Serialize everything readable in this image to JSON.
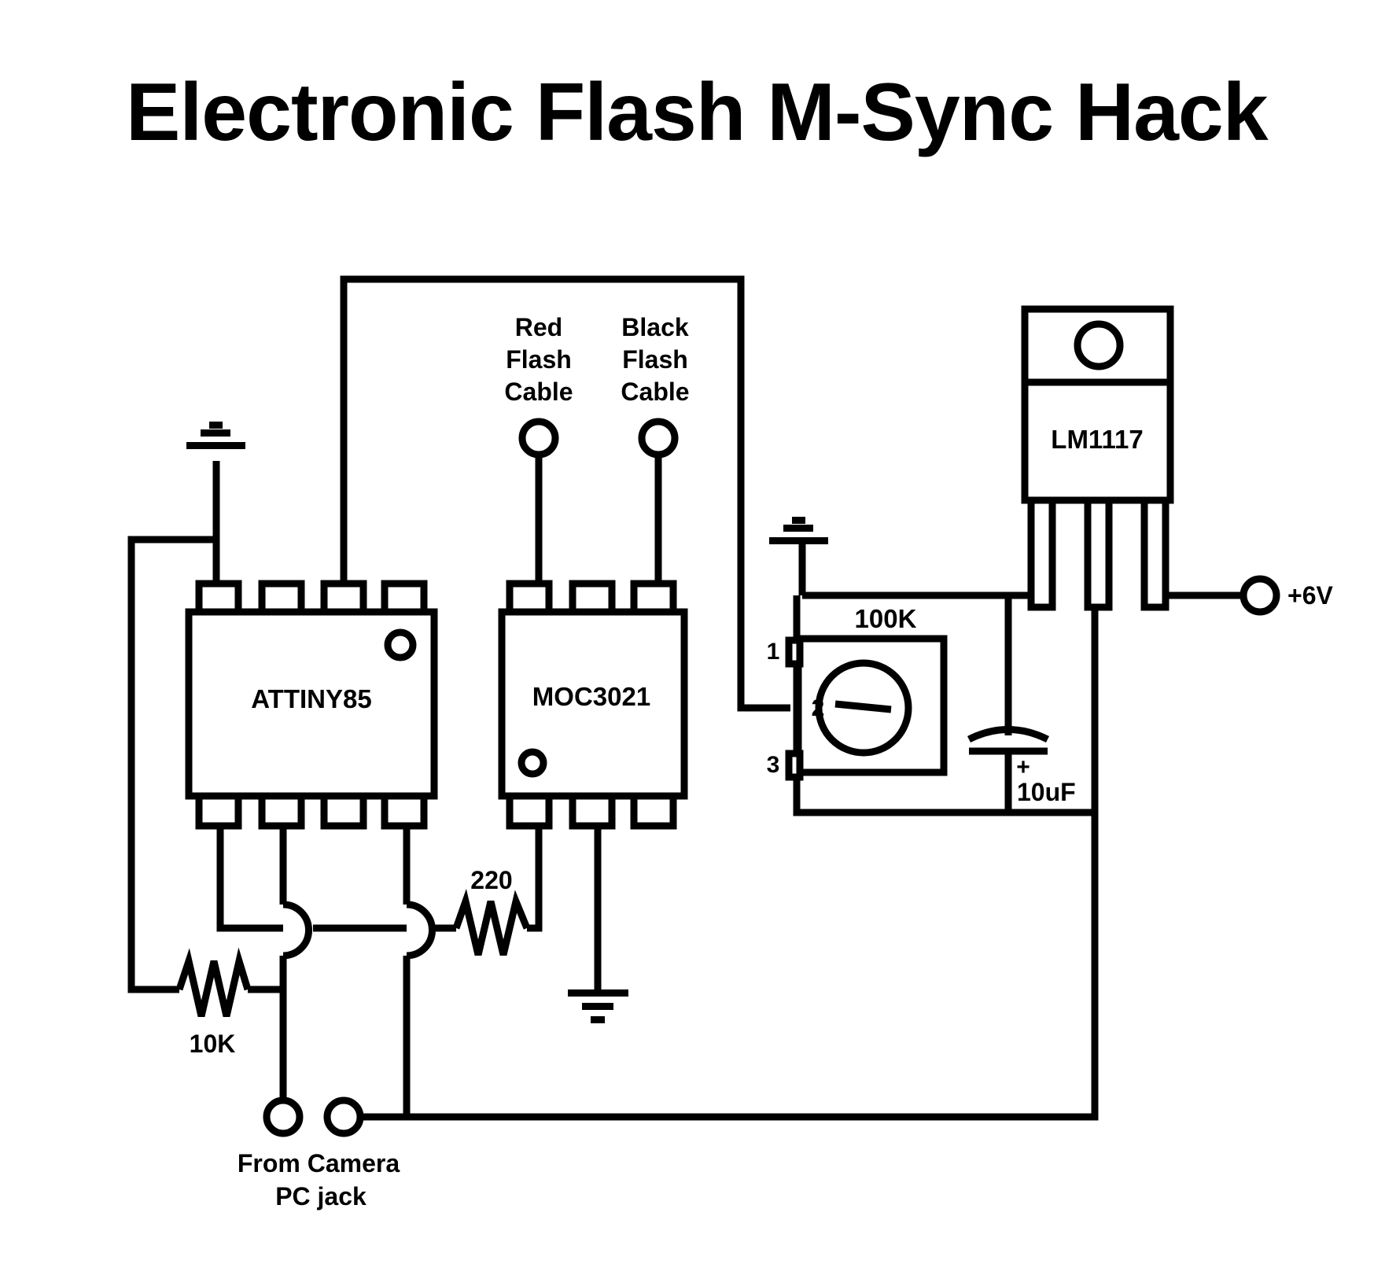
{
  "title": "Electronic Flash M-Sync Hack",
  "components": {
    "mcu": {
      "label": "ATTINY85"
    },
    "opto": {
      "label": "MOC3021"
    },
    "regulator": {
      "label": "LM1117"
    },
    "potentiometer": {
      "label": "100K",
      "pins": [
        "1",
        "2",
        "3"
      ]
    },
    "capacitor": {
      "label": "10uF",
      "polarity": "+"
    },
    "resistor_pulldown": {
      "label": "10K"
    },
    "resistor_series": {
      "label": "220"
    }
  },
  "terminals": {
    "red_cable": [
      "Red",
      "Flash",
      "Cable"
    ],
    "black_cable": [
      "Black",
      "Flash",
      "Cable"
    ],
    "supply": "+6V",
    "camera": [
      "From Camera",
      "PC jack"
    ]
  }
}
